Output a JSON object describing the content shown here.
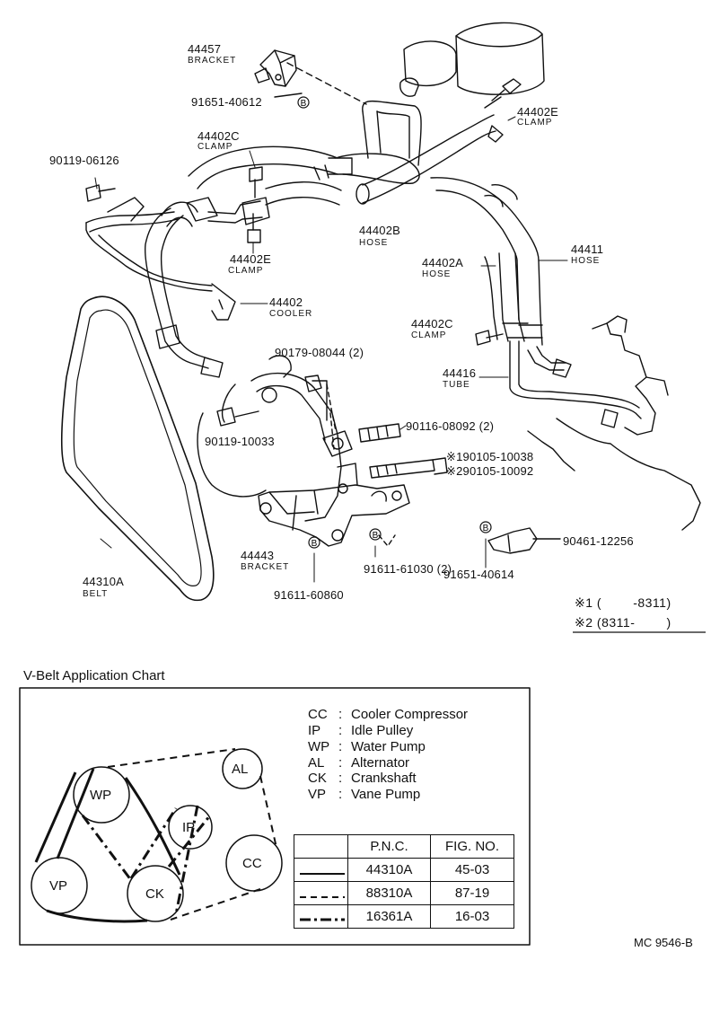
{
  "parts": [
    {
      "id": "p44457",
      "number": "44457",
      "name": "BRACKET"
    },
    {
      "id": "p91651_40612",
      "number": "91651-40612",
      "name": ""
    },
    {
      "id": "p44402E_top",
      "number": "44402E",
      "name": "CLAMP"
    },
    {
      "id": "p44402C_top",
      "number": "44402C",
      "name": "CLAMP"
    },
    {
      "id": "p90119_06126",
      "number": "90119-06126",
      "name": ""
    },
    {
      "id": "p44402B",
      "number": "44402B",
      "name": "HOSE"
    },
    {
      "id": "p44411",
      "number": "44411",
      "name": "HOSE"
    },
    {
      "id": "p44402E_mid",
      "number": "44402E",
      "name": "CLAMP"
    },
    {
      "id": "p44402A",
      "number": "44402A",
      "name": "HOSE"
    },
    {
      "id": "p44402",
      "number": "44402",
      "name": "COOLER"
    },
    {
      "id": "p44402C_mid",
      "number": "44402C",
      "name": "CLAMP"
    },
    {
      "id": "p90179_08044",
      "number": "90179-08044 (2)",
      "name": ""
    },
    {
      "id": "p44416",
      "number": "44416",
      "name": "TUBE"
    },
    {
      "id": "p90116_08092",
      "number": "90116-08092 (2)",
      "name": ""
    },
    {
      "id": "p90119_10033",
      "number": "90119-10033",
      "name": ""
    },
    {
      "id": "p90105_10038",
      "number": "※190105-10038",
      "name": ""
    },
    {
      "id": "p90105_10092",
      "number": "※290105-10092",
      "name": ""
    },
    {
      "id": "p90461_12256",
      "number": "90461-12256",
      "name": ""
    },
    {
      "id": "p44443",
      "number": "44443",
      "name": "BRACKET"
    },
    {
      "id": "p91611_61030",
      "number": "91611-61030 (2)",
      "name": ""
    },
    {
      "id": "p91651_40614",
      "number": "91651-40614",
      "name": ""
    },
    {
      "id": "p44310A",
      "number": "44310A",
      "name": "BELT"
    },
    {
      "id": "p91611_60860",
      "number": "91611-60860",
      "name": ""
    }
  ],
  "markers": {
    "b": "B"
  },
  "notes": [
    {
      "mark": "※1",
      "range": "(        -8311)"
    },
    {
      "mark": "※2",
      "range": "(8311-        )"
    }
  ],
  "chart": {
    "title": "V-Belt Application Chart",
    "legend": [
      {
        "code": "CC",
        "sep": ":",
        "label": "Cooler Compressor"
      },
      {
        "code": "IP",
        "sep": ":",
        "label": "Idle Pulley"
      },
      {
        "code": "WP",
        "sep": ":",
        "label": "Water Pump"
      },
      {
        "code": "AL",
        "sep": ":",
        "label": "Alternator"
      },
      {
        "code": "CK",
        "sep": ":",
        "label": "Crankshaft"
      },
      {
        "code": "VP",
        "sep": ":",
        "label": "Vane Pump"
      }
    ],
    "pulleys": {
      "wp": "WP",
      "al": "AL",
      "ip": "IP",
      "cc": "CC",
      "vp": "VP",
      "ck": "CK"
    },
    "table": {
      "headers": [
        "",
        "P.N.C.",
        "FIG.  NO."
      ],
      "rows": [
        {
          "style": "solid",
          "pnc": "44310A",
          "fig": "45-03"
        },
        {
          "style": "dashed",
          "pnc": "88310A",
          "fig": "87-19"
        },
        {
          "style": "dash-dot",
          "pnc": "16361A",
          "fig": "16-03"
        }
      ]
    }
  },
  "figure_code": "MC 9546-B"
}
